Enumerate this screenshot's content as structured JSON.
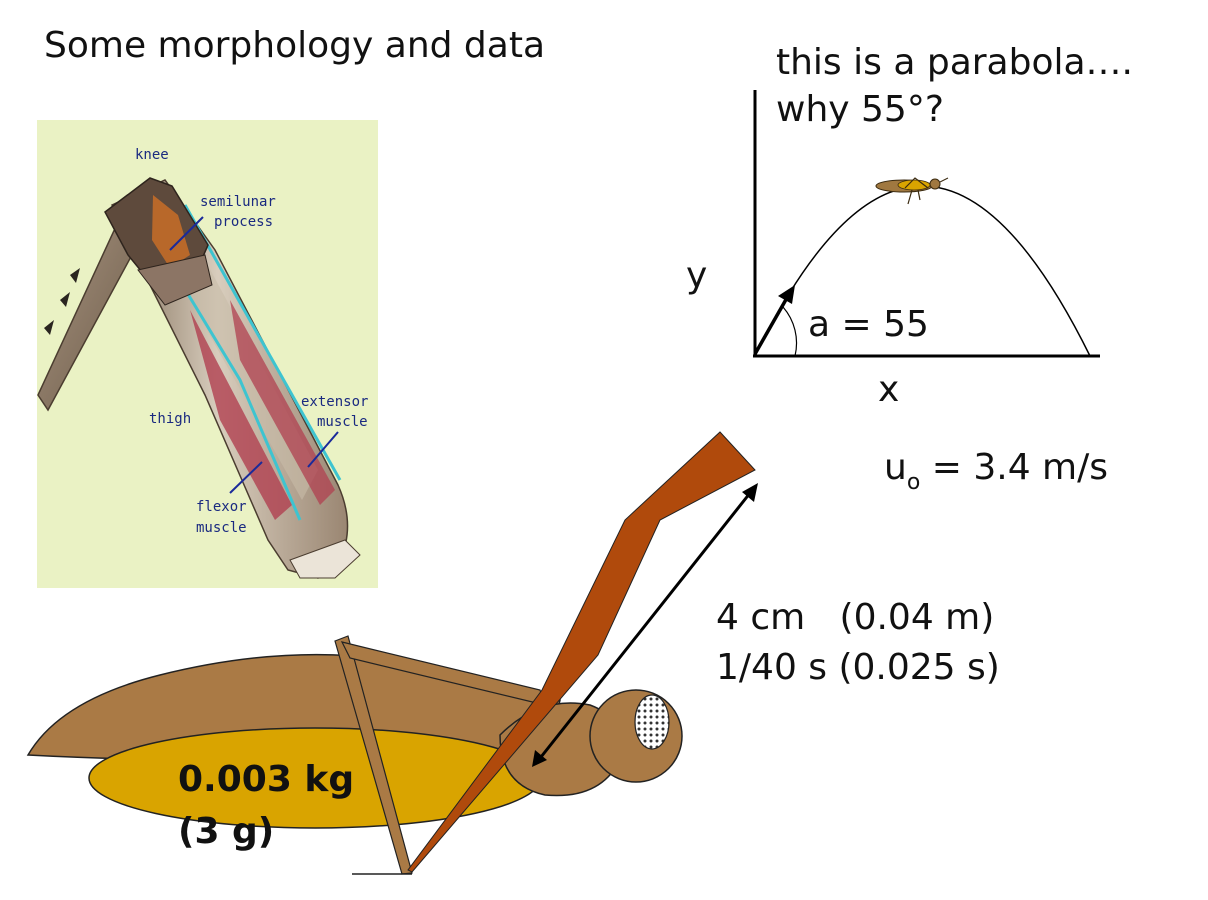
{
  "slide": {
    "title": "Some morphology and data",
    "question_line1": "this is a parabola….",
    "question_line2": "why 55°?"
  },
  "leg_illustration": {
    "labels": {
      "knee": "knee",
      "semilunar_1": "semilunar",
      "semilunar_2": "process",
      "thigh": "thigh",
      "extensor_1": "extensor",
      "extensor_2": "muscle",
      "flexor_1": "flexor",
      "flexor_2": "muscle"
    },
    "colors": {
      "background": "#eaf2c4",
      "muscle": "#b04050",
      "tendon": "#3ec4d0"
    }
  },
  "trajectory_diagram": {
    "y_label": "y",
    "x_label": "x",
    "angle_label": "a = 55",
    "velocity_symbol": "u",
    "velocity_subscript": "o",
    "velocity_value": " = 3.4 m/s"
  },
  "jump_data": {
    "distance": "4 cm   (0.04 m)",
    "time": "1/40 s (0.025 s)",
    "mass": "0.003 kg",
    "mass_grams": "(3 g)"
  },
  "colors": {
    "body": "#aa7a45",
    "abdomen": "#d9a400",
    "hind_leg": "#b04a0c",
    "outline": "#222222"
  }
}
